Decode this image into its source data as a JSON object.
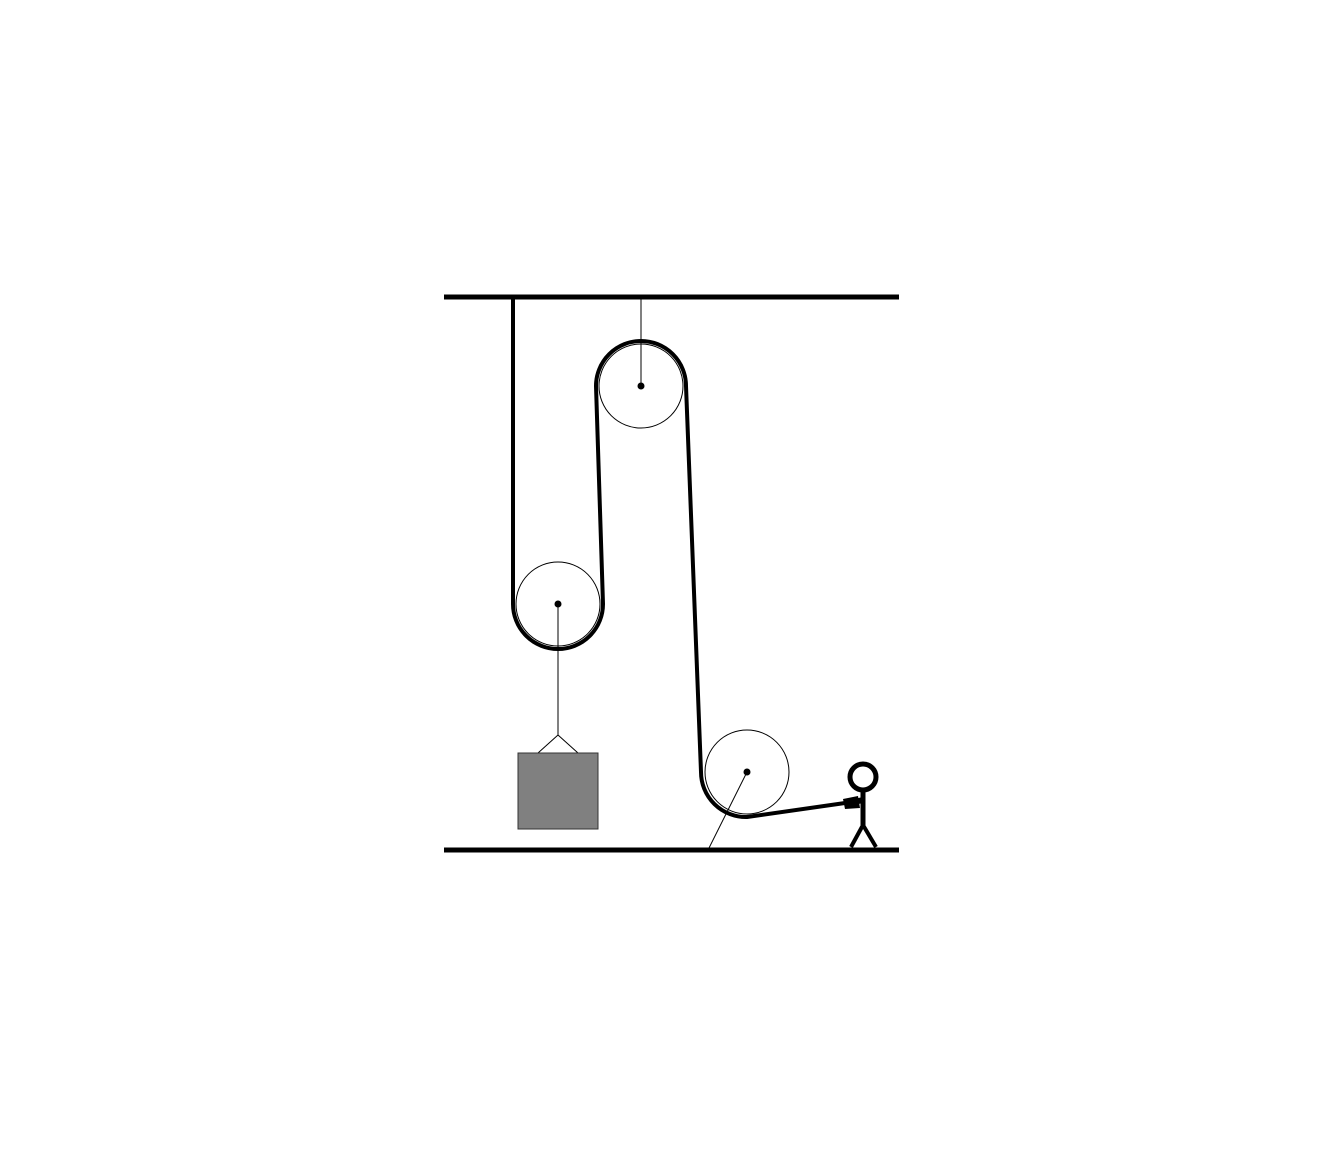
{
  "diagram": {
    "kind": "pulley system",
    "colors": {
      "background": "#ffffff",
      "line": "#000000",
      "rope": "#000000",
      "weight_fill": "#808080",
      "weight_stroke": "#333333",
      "pulley_stroke": "#000000"
    },
    "components": {
      "ceiling": "ceiling-beam",
      "floor": "floor-beam",
      "pulleys": [
        "movable-pulley",
        "fixed-top-pulley",
        "fixed-floor-pulley"
      ],
      "load": "hanging-weight",
      "person": "stick-figure-puller"
    }
  }
}
